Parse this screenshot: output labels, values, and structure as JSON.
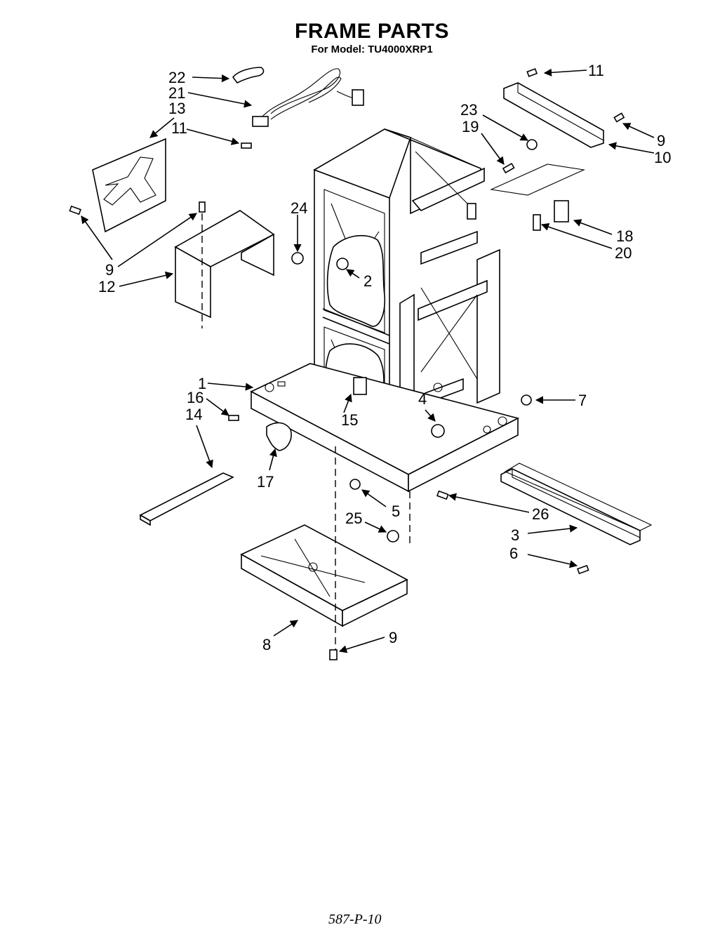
{
  "title": "FRAME PARTS",
  "subtitle": "For Model: TU4000XRP1",
  "footer": "587-P-10",
  "callouts": {
    "c1": "1",
    "c2": "2",
    "c3": "3",
    "c4": "4",
    "c5": "5",
    "c6": "6",
    "c7": "7",
    "c8": "8",
    "c9a": "9",
    "c9b": "9",
    "c9c": "9",
    "c10": "10",
    "c11a": "11",
    "c11b": "11",
    "c12": "12",
    "c13": "13",
    "c14": "14",
    "c15": "15",
    "c16": "16",
    "c17": "17",
    "c18": "18",
    "c19": "19",
    "c20": "20",
    "c21": "21",
    "c22": "22",
    "c23": "23",
    "c24": "24",
    "c25": "25",
    "c26": "26"
  }
}
